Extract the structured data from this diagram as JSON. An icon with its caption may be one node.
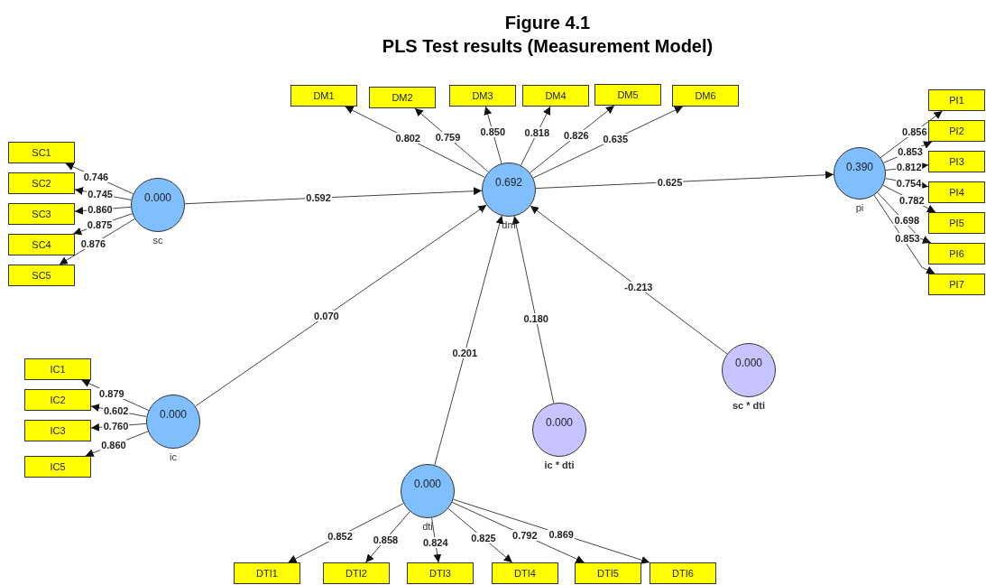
{
  "diagram": {
    "title": "Figure 4.1",
    "labels": [
      "PLS Test results (Measurement Model)"
    ],
    "nodes": [
      {
        "text": [
          "DM1"
        ]
      },
      {
        "text": [
          "DM2"
        ]
      },
      {
        "text": [
          "DM3"
        ]
      },
      {
        "text": [
          "DM4"
        ]
      },
      {
        "text": [
          "DM5"
        ]
      },
      {
        "text": [
          "DM6"
        ]
      },
      {
        "text": [
          "PI1"
        ]
      },
      {
        "text": [
          "PI2"
        ]
      },
      {
        "text": [
          "PI3"
        ]
      },
      {
        "text": [
          "PI4"
        ]
      },
      {
        "text": [
          "PI5"
        ]
      },
      {
        "text": [
          "PI6"
        ]
      },
      {
        "text": [
          "PI7"
        ]
      },
      {
        "text": [
          "SC1"
        ]
      },
      {
        "text": [
          "SC2"
        ]
      },
      {
        "text": [
          "SC3"
        ]
      },
      {
        "text": [
          "SC4"
        ]
      },
      {
        "text": [
          "SC5"
        ]
      },
      {
        "text": [
          "0.000"
        ],
        "beside": [
          "sc"
        ]
      },
      {
        "text": [
          "0.692"
        ],
        "beside": [
          "dm"
        ]
      },
      {
        "text": [
          "0.390"
        ],
        "beside": [
          "pi"
        ]
      },
      {
        "text": [
          "IC1"
        ]
      },
      {
        "text": [
          "IC2"
        ]
      },
      {
        "text": [
          "IC3"
        ]
      },
      {
        "text": [
          "IC5"
        ]
      },
      {
        "text": [
          "0.000"
        ],
        "beside": [
          "sc * dti"
        ]
      },
      {
        "text": [
          "0.000"
        ],
        "beside": [
          "ic"
        ]
      },
      {
        "text": [
          "0.000"
        ],
        "beside": [
          "ic * dti"
        ]
      },
      {
        "text": [
          "0.000"
        ],
        "beside": [
          "dti"
        ]
      },
      {
        "text": [
          "DTI1"
        ]
      },
      {
        "text": [
          "DTI2"
        ]
      },
      {
        "text": [
          "DTI3"
        ]
      },
      {
        "text": [
          "DTI4"
        ]
      },
      {
        "text": [
          "DTI5"
        ]
      },
      {
        "text": [
          "DTI6"
        ]
      }
    ],
    "edges": [
      {
        "from": 19,
        "to": 0,
        "arrow": "to",
        "label": "0.802"
      },
      {
        "from": 19,
        "to": 1,
        "arrow": "to",
        "label": "0.759"
      },
      {
        "from": 19,
        "to": 2,
        "arrow": "to",
        "label": "0.850"
      },
      {
        "from": 19,
        "to": 3,
        "arrow": "to",
        "label": "0.818"
      },
      {
        "from": 19,
        "to": 4,
        "arrow": "to",
        "label": "0.826"
      },
      {
        "from": 19,
        "to": 5,
        "arrow": "to",
        "label": "0.635"
      },
      {
        "from": 20,
        "to": 6,
        "arrow": "to",
        "label": "0.856"
      },
      {
        "from": 20,
        "to": 7,
        "arrow": "to",
        "label": "0.853"
      },
      {
        "from": 20,
        "to": 8,
        "arrow": "to",
        "label": "0.812"
      },
      {
        "from": 20,
        "to": 9,
        "arrow": "to",
        "label": "0.754"
      },
      {
        "from": 20,
        "to": 10,
        "arrow": "to",
        "label": "0.782"
      },
      {
        "from": 20,
        "to": 11,
        "arrow": "to",
        "label": "0.698"
      },
      {
        "from": 20,
        "to": 12,
        "arrow": "to",
        "label": "0.853"
      },
      {
        "from": 18,
        "to": 13,
        "arrow": "to",
        "label": "0.746"
      },
      {
        "from": 18,
        "to": 14,
        "arrow": "to",
        "label": "0.745"
      },
      {
        "from": 18,
        "to": 15,
        "arrow": "to",
        "label": "0.860"
      },
      {
        "from": 18,
        "to": 16,
        "arrow": "to",
        "label": "0.875"
      },
      {
        "from": 18,
        "to": 17,
        "arrow": "to",
        "label": "0.876"
      },
      {
        "from": 18,
        "to": 19,
        "arrow": "to",
        "label": "0.592"
      },
      {
        "from": 19,
        "to": 20,
        "arrow": "to",
        "label": "0.625"
      },
      {
        "from": 26,
        "to": 21,
        "arrow": "to",
        "label": "0.879"
      },
      {
        "from": 26,
        "to": 22,
        "arrow": "to",
        "label": "0.602"
      },
      {
        "from": 26,
        "to": 23,
        "arrow": "to",
        "label": "0.760"
      },
      {
        "from": 26,
        "to": 24,
        "arrow": "to",
        "label": "0.860"
      },
      {
        "from": 26,
        "to": 19,
        "arrow": "to",
        "label": "0.070"
      },
      {
        "from": 28,
        "to": 19,
        "arrow": "to",
        "label": "0.201"
      },
      {
        "from": 27,
        "to": 19,
        "arrow": "to",
        "label": "0.180"
      },
      {
        "from": 25,
        "to": 19,
        "arrow": "to",
        "label": "-0.213"
      },
      {
        "from": 28,
        "to": 29,
        "arrow": "to",
        "label": "0.852"
      },
      {
        "from": 28,
        "to": 30,
        "arrow": "to",
        "label": "0.858"
      },
      {
        "from": 28,
        "to": 31,
        "arrow": "to",
        "label": "0.824"
      },
      {
        "from": 28,
        "to": 32,
        "arrow": "to",
        "label": "0.825"
      },
      {
        "from": 28,
        "to": 33,
        "arrow": "to",
        "label": "0.792"
      },
      {
        "from": 28,
        "to": 34,
        "arrow": "to",
        "label": "0.869"
      }
    ]
  }
}
